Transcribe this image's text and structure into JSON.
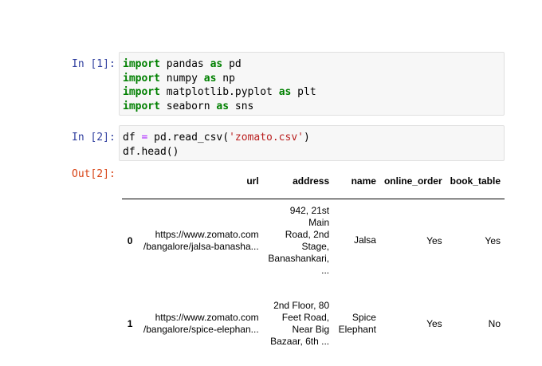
{
  "cells": [
    {
      "prompt": "In [1]:",
      "lines": [
        [
          {
            "t": "import",
            "k": "kw"
          },
          {
            "t": " pandas ",
            "k": ""
          },
          {
            "t": "as",
            "k": "kw"
          },
          {
            "t": " pd",
            "k": ""
          }
        ],
        [
          {
            "t": "import",
            "k": "kw"
          },
          {
            "t": " numpy ",
            "k": ""
          },
          {
            "t": "as",
            "k": "kw"
          },
          {
            "t": " np",
            "k": ""
          }
        ],
        [
          {
            "t": "import",
            "k": "kw"
          },
          {
            "t": " matplotlib.pyplot ",
            "k": ""
          },
          {
            "t": "as",
            "k": "kw"
          },
          {
            "t": " plt",
            "k": ""
          }
        ],
        [
          {
            "t": "import",
            "k": "kw"
          },
          {
            "t": " seaborn ",
            "k": ""
          },
          {
            "t": "as",
            "k": "kw"
          },
          {
            "t": " sns",
            "k": ""
          }
        ]
      ]
    },
    {
      "prompt": "In [2]:",
      "lines": [
        [
          {
            "t": "df ",
            "k": ""
          },
          {
            "t": "=",
            "k": "op"
          },
          {
            "t": " pd.read_csv(",
            "k": ""
          },
          {
            "t": "'zomato.csv'",
            "k": "str"
          },
          {
            "t": ")",
            "k": ""
          }
        ],
        [
          {
            "t": "df.head()",
            "k": ""
          }
        ]
      ]
    }
  ],
  "output": {
    "prompt": "Out[2]:",
    "columns": [
      "",
      "url",
      "address",
      "name",
      "online_order",
      "book_table"
    ],
    "rows": [
      {
        "index": "0",
        "url": [
          "https://www.zomato.com",
          "/bangalore/jalsa-banasha..."
        ],
        "address": [
          "942, 21st Main",
          "Road, 2nd",
          "Stage,",
          "Banashankari,",
          "..."
        ],
        "name": [
          "Jalsa"
        ],
        "online_order": "Yes",
        "book_table": "Yes"
      },
      {
        "index": "1",
        "url": [
          "https://www.zomato.com",
          "/bangalore/spice-elephan..."
        ],
        "address": [
          "2nd Floor, 80",
          "Feet Road,",
          "Near Big",
          "Bazaar, 6th ..."
        ],
        "name": [
          "Spice",
          "Elephant"
        ],
        "online_order": "Yes",
        "book_table": "No"
      }
    ]
  }
}
